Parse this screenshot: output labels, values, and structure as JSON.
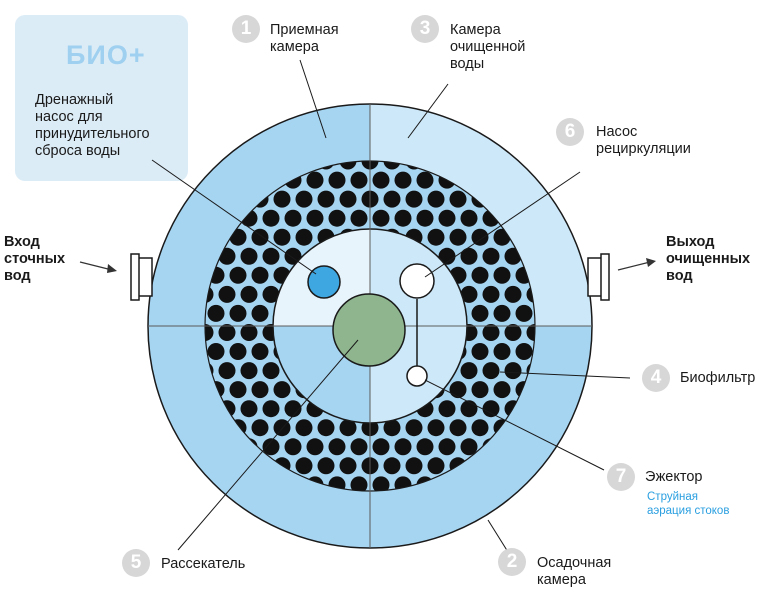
{
  "brand": "БИО+",
  "drain_pump_note": "Дренажный\nнасос для\nпринудительного\nсброса воды",
  "inlet_label": "Вход\nсточных\nвод",
  "outlet_label": "Выход\nочищенных\nвод",
  "callouts": [
    {
      "number": "1",
      "label": "Приемная\nкамера"
    },
    {
      "number": "3",
      "label": "Камера\nочищенной\nводы"
    },
    {
      "number": "6",
      "label": "Насос\nрециркуляции"
    },
    {
      "number": "4",
      "label": "Биофильтр"
    },
    {
      "number": "7",
      "label": "Эжектор",
      "sublabel": "Струйная\nаэрация стоков"
    },
    {
      "number": "2",
      "label": "Осадочная\nкамера"
    },
    {
      "number": "5",
      "label": "Рассекатель"
    }
  ],
  "colors": {
    "ring_dark": "#a6d5f2",
    "ring_light": "#cde8f8",
    "dots": "#111111",
    "inner_pale": "#e8f4fc",
    "center": "#8eb58e",
    "pump": "#3ea6e0",
    "outline": "#1a1a1a",
    "badge": "#d7d7d7",
    "box": "#dcecf7",
    "brand": "#9fd0ef",
    "accent_text": "#2a9fe0"
  }
}
